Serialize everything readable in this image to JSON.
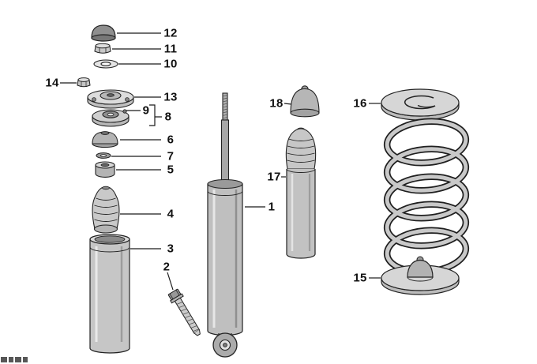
{
  "colors": {
    "background": "#ffffff",
    "line": "#1a1a1a"
  },
  "labels": {
    "n1": "1",
    "n2": "2",
    "n3": "3",
    "n4": "4",
    "n5": "5",
    "n6": "6",
    "n7": "7",
    "n8": "8",
    "n9": "9",
    "n10": "10",
    "n11": "11",
    "n12": "12",
    "n13": "13",
    "n14": "14",
    "n15": "15",
    "n16": "16",
    "n17": "17",
    "n18": "18"
  }
}
